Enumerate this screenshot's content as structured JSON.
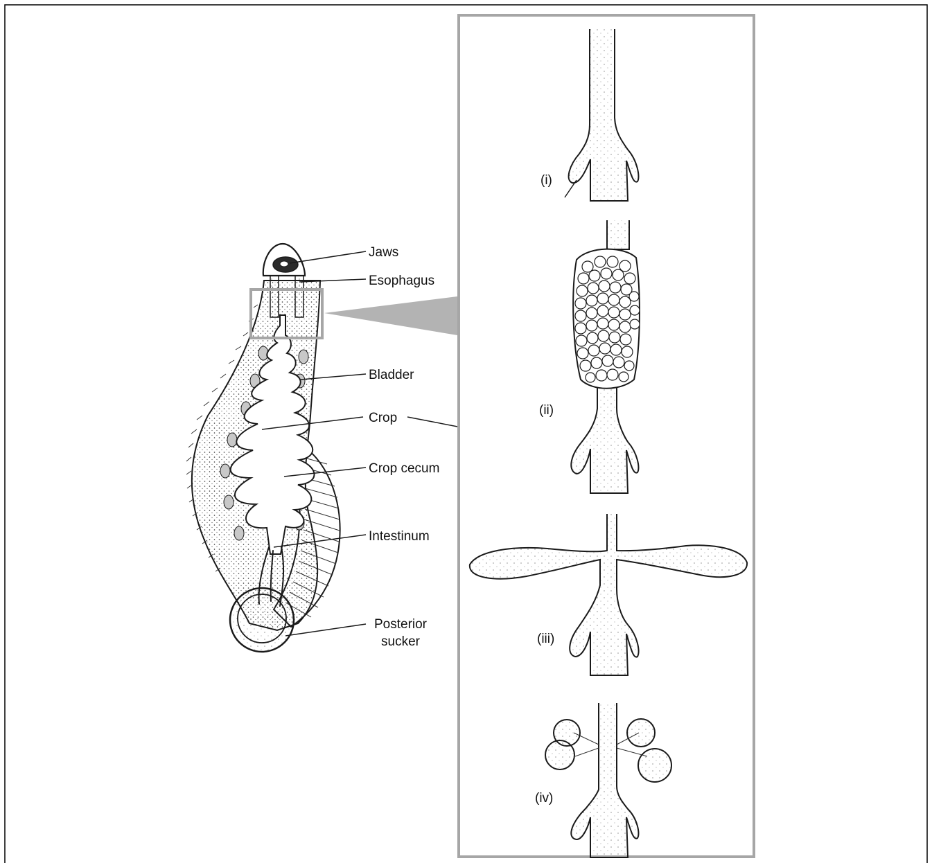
{
  "labels": {
    "jaws": "Jaws",
    "esophagus": "Esophagus",
    "bladder": "Bladder",
    "crop": "Crop",
    "crop_cecum": "Crop cecum",
    "intestinum": "Intestinum",
    "posterior_sucker_line1": "Posterior",
    "posterior_sucker_line2": "sucker"
  },
  "panels": {
    "i": "(i)",
    "ii": "(ii)",
    "iii": "(iii)",
    "iv": "(iv)"
  },
  "colors": {
    "ink": "#1a1a1a",
    "highlight_box": "#a6a6a6",
    "zoom_wedge": "#b3b3b3",
    "outer_frame": "#000000",
    "bladder_fill": "#c8c8c8"
  }
}
